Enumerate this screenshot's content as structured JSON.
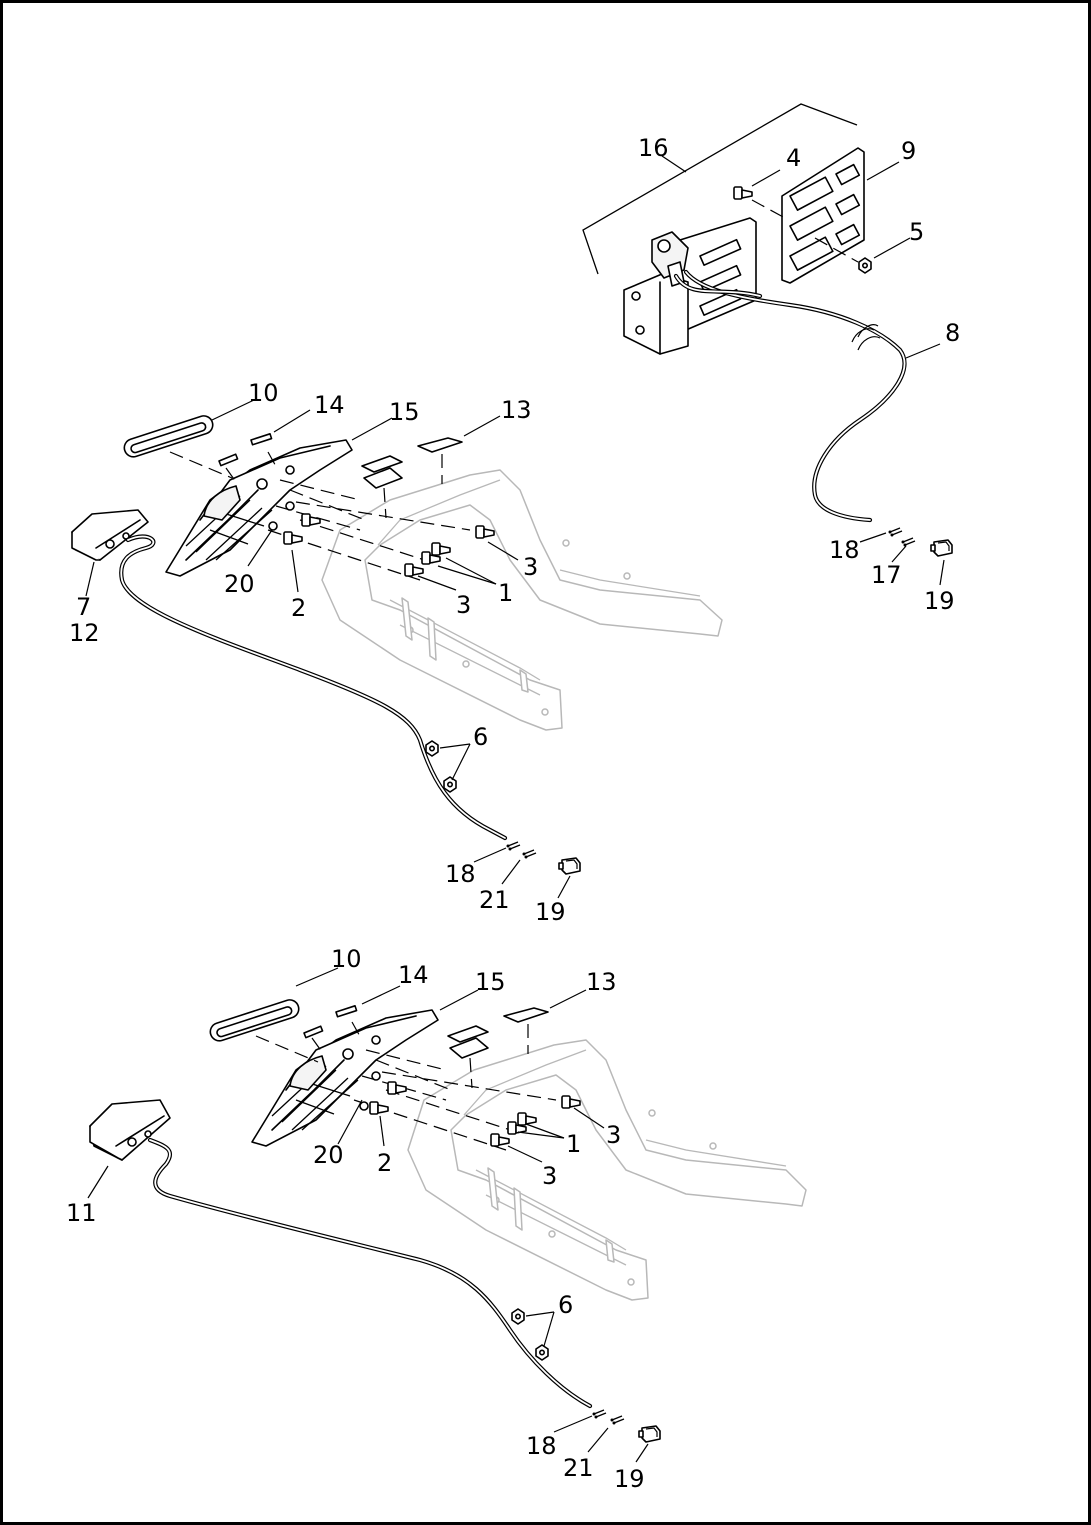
{
  "callouts": {
    "c16": "16",
    "c4": "4",
    "c9": "9",
    "c5": "5",
    "c8": "8",
    "c18a": "18",
    "c17": "17",
    "c19a": "19",
    "c10a": "10",
    "c14a": "14",
    "c15a": "15",
    "c13a": "13",
    "c7": "7",
    "c12": "12",
    "c20a": "20",
    "c2a": "2",
    "c3a": "3",
    "c1a": "1",
    "c3b": "3",
    "c6a": "6",
    "c18b": "18",
    "c21a": "21",
    "c19b": "19",
    "c10b": "10",
    "c14b": "14",
    "c15b": "15",
    "c13b": "13",
    "c11": "11",
    "c20b": "20",
    "c2b": "2",
    "c3c": "3",
    "c1b": "1",
    "c3d": "3",
    "c6b": "6",
    "c18c": "18",
    "c21b": "21",
    "c19c": "19"
  }
}
